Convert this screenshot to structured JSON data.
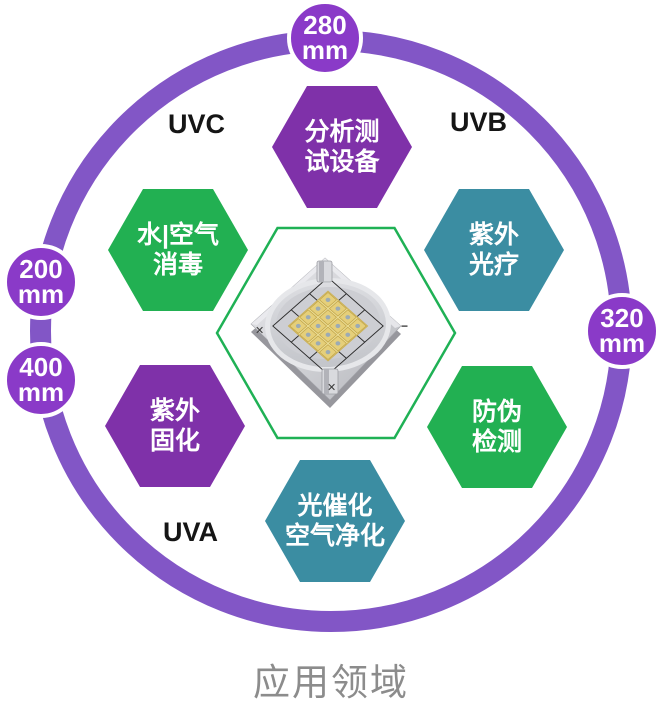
{
  "diagram": {
    "caption": "应用领域",
    "colors": {
      "ring": "#8256c6",
      "badge": "#8a3ac8",
      "purple_hex": "#7f31a9",
      "green_hex": "#22b052",
      "teal_hex": "#3b8da2",
      "center_outline": "#1fb155",
      "caption": "#8c8c8c"
    },
    "wavelength_badges": [
      {
        "id": "top",
        "value": "280",
        "unit": "mm"
      },
      {
        "id": "left-upper",
        "value": "200",
        "unit": "mm"
      },
      {
        "id": "left-lower",
        "value": "400",
        "unit": "mm"
      },
      {
        "id": "right",
        "value": "320",
        "unit": "mm"
      }
    ],
    "band_labels": [
      {
        "id": "uvc",
        "text": "UVC"
      },
      {
        "id": "uvb",
        "text": "UVB"
      },
      {
        "id": "uva",
        "text": "UVA"
      }
    ],
    "applications": [
      {
        "id": "analysis-test-equipment",
        "line1": "分析测",
        "line2": "试设备",
        "color": "purple"
      },
      {
        "id": "water-air-disinfection",
        "line1": "水|空气",
        "line2": "消毒",
        "color": "green"
      },
      {
        "id": "uv-phototherapy",
        "line1": "紫外",
        "line2": "光疗",
        "color": "teal"
      },
      {
        "id": "uv-curing",
        "line1": "紫外",
        "line2": "固化",
        "color": "purple"
      },
      {
        "id": "anti-counterfeit-detection",
        "line1": "防伪",
        "line2": "检测",
        "color": "green"
      },
      {
        "id": "photocatalytic-air-purification",
        "line1": "光催化",
        "line2": "空气净化",
        "color": "teal"
      }
    ],
    "center_image": {
      "description": "UV LED module render",
      "marks": {
        "left": "✕",
        "right": "−",
        "bottom": "✕"
      }
    }
  }
}
